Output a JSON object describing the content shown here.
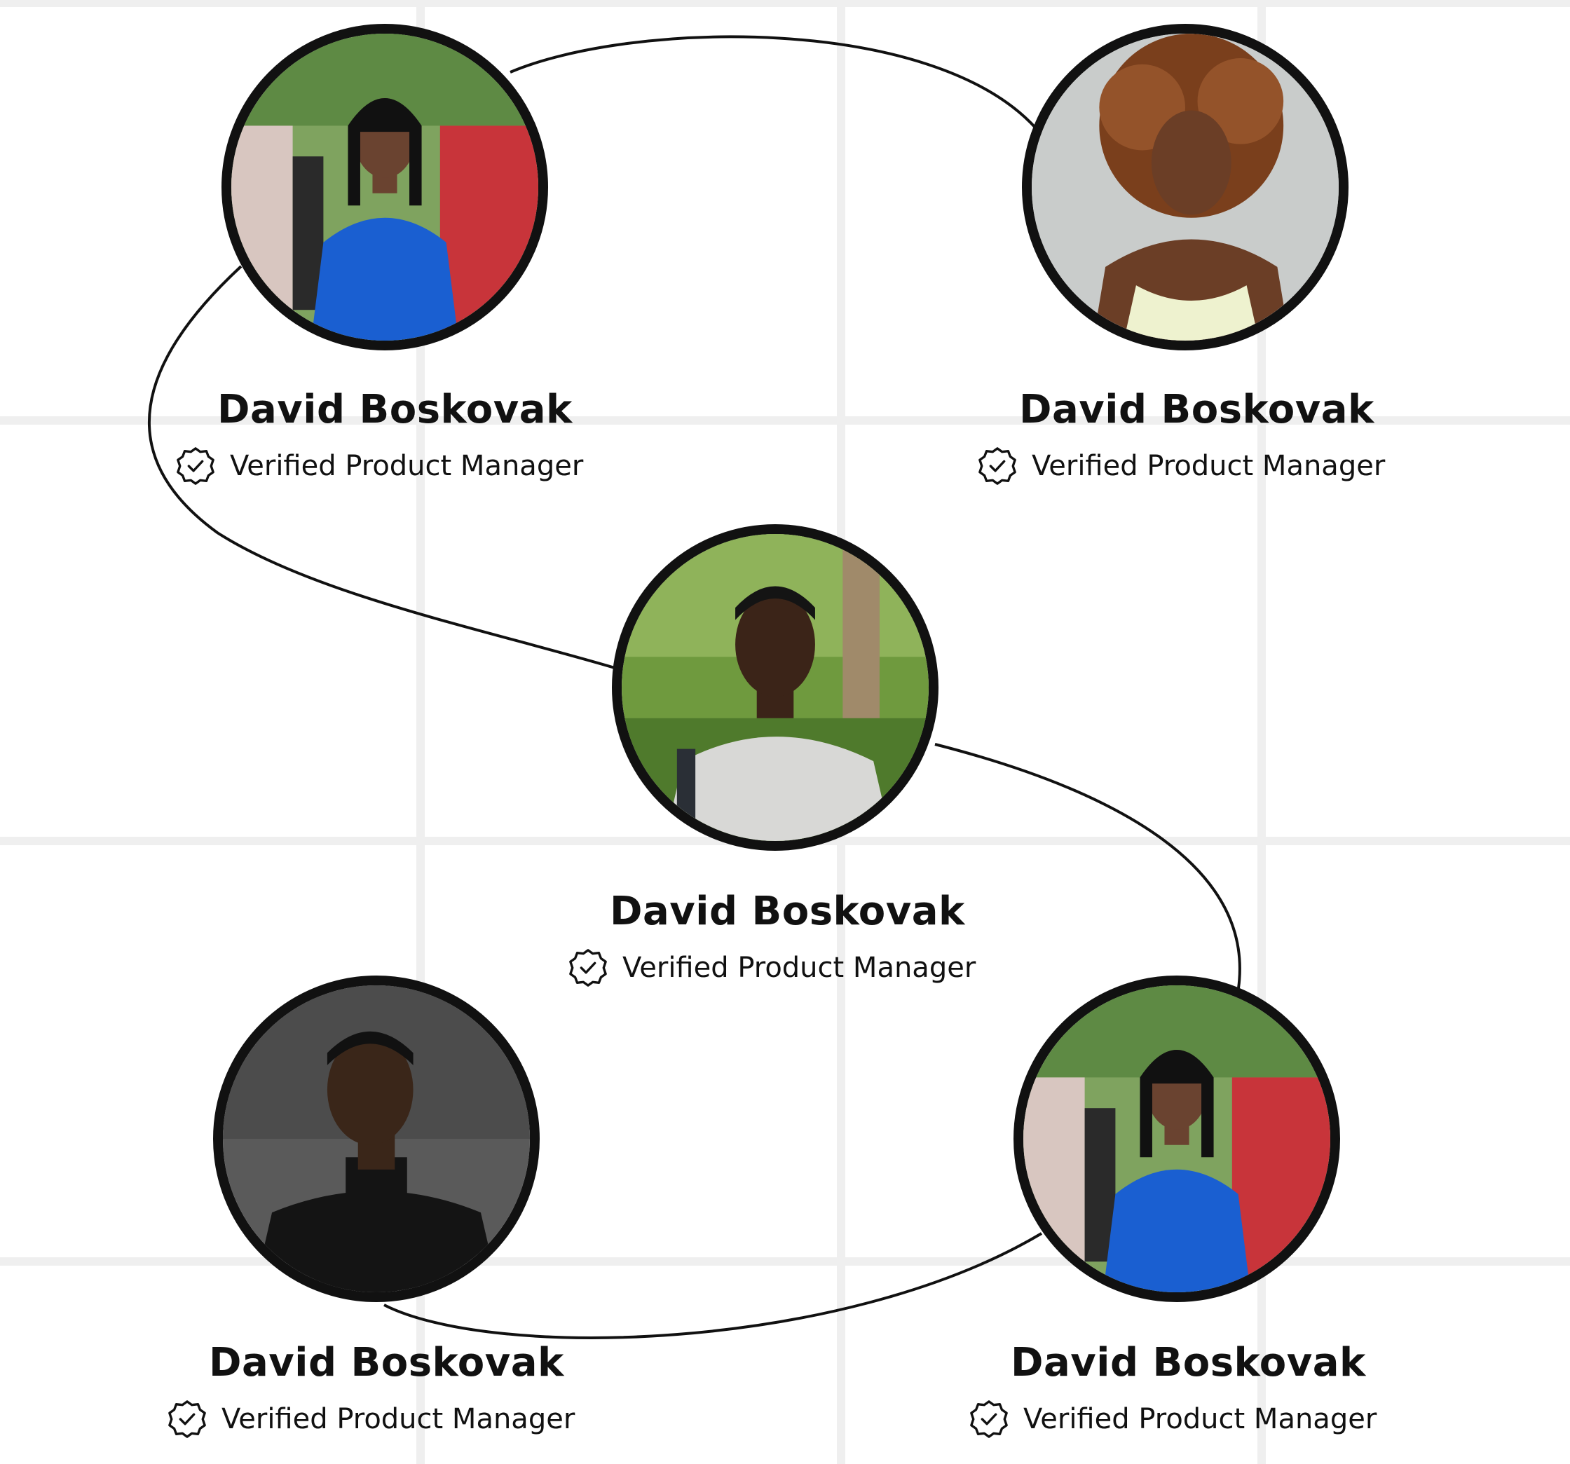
{
  "profiles": [
    {
      "name": "David Boskovak",
      "role": "Verified Product Manager",
      "badge_icon": "verified-badge-icon",
      "photo": "woman-blue-shirt-on-bridge"
    },
    {
      "name": "David Boskovak",
      "role": "Verified Product Manager",
      "badge_icon": "verified-badge-icon",
      "photo": "woman-curly-hair-gray-background"
    },
    {
      "name": "David Boskovak",
      "role": "Verified Product Manager",
      "badge_icon": "verified-badge-icon",
      "photo": "young-man-gray-sweater-in-park"
    },
    {
      "name": "David Boskovak",
      "role": "Verified Product Manager",
      "badge_icon": "verified-badge-icon",
      "photo": "man-black-turtleneck-gray-background"
    },
    {
      "name": "David Boskovak",
      "role": "Verified Product Manager",
      "badge_icon": "verified-badge-icon",
      "photo": "woman-blue-shirt-on-bridge"
    }
  ],
  "colors": {
    "grid_line": "#efefef",
    "connector": "#111111",
    "avatar_border": "#111111",
    "text": "#111111"
  }
}
